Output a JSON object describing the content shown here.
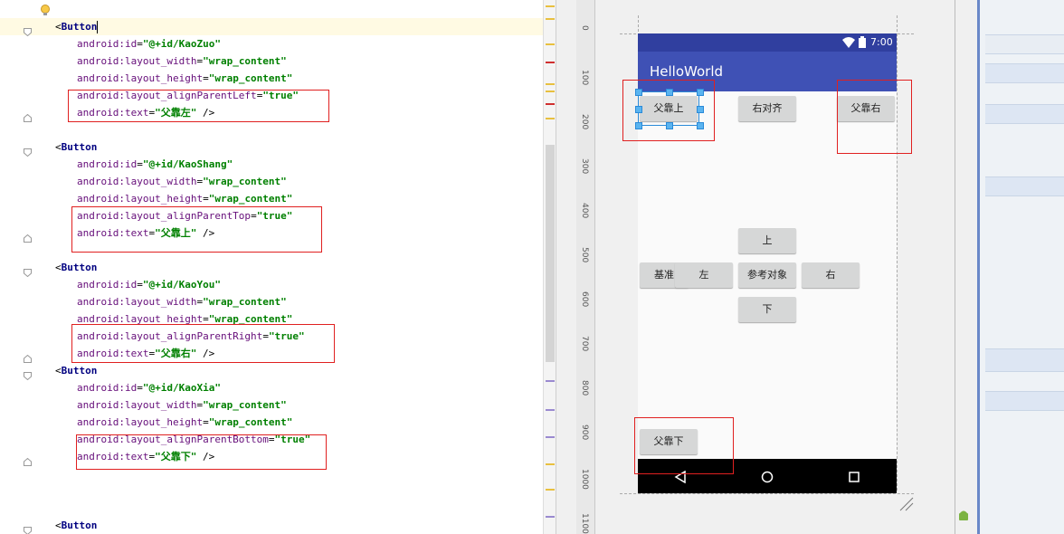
{
  "editor": {
    "lines": [
      {
        "kind": "tag",
        "indent": 0,
        "lt": "<",
        "tag": "Button",
        "tail": ""
      },
      {
        "kind": "attr",
        "attr": "android:id",
        "val": "\"@+id/KaoZuo\"",
        "tail": ""
      },
      {
        "kind": "attr",
        "attr": "android:layout_width",
        "val": "\"wrap_content\"",
        "tail": ""
      },
      {
        "kind": "attr",
        "attr": "android:layout_height",
        "val": "\"wrap_content\"",
        "tail": ""
      },
      {
        "kind": "attr",
        "attr": "android:layout_alignParentLeft",
        "val": "\"true\"",
        "tail": ""
      },
      {
        "kind": "attr",
        "attr": "android:text",
        "val": "\"父靠左\"",
        "tail": " />"
      },
      {
        "kind": "blank"
      },
      {
        "kind": "tag",
        "lt": "<",
        "tag": "Button",
        "tail": ""
      },
      {
        "kind": "attr",
        "attr": "android:id",
        "val": "\"@+id/KaoShang\"",
        "tail": ""
      },
      {
        "kind": "attr",
        "attr": "android:layout_width",
        "val": "\"wrap_content\"",
        "tail": ""
      },
      {
        "kind": "attr",
        "attr": "android:layout_height",
        "val": "\"wrap_content\"",
        "tail": ""
      },
      {
        "kind": "attr",
        "attr": "android:layout_alignParentTop",
        "val": "\"true\"",
        "tail": ""
      },
      {
        "kind": "attr",
        "attr": "android:text",
        "val": "\"父靠上\"",
        "tail": " />"
      },
      {
        "kind": "blank"
      },
      {
        "kind": "tag",
        "lt": "<",
        "tag": "Button",
        "tail": ""
      },
      {
        "kind": "attr",
        "attr": "android:id",
        "val": "\"@+id/KaoYou\"",
        "tail": ""
      },
      {
        "kind": "attr",
        "attr": "android:layout_width",
        "val": "\"wrap_content\"",
        "tail": ""
      },
      {
        "kind": "attr",
        "attr": "android:layout_height",
        "val": "\"wrap_content\"",
        "tail": ""
      },
      {
        "kind": "attr",
        "attr": "android:layout_alignParentRight",
        "val": "\"true\"",
        "tail": ""
      },
      {
        "kind": "attr",
        "attr": "android:text",
        "val": "\"父靠右\"",
        "tail": " />"
      },
      {
        "kind": "tag",
        "lt": "<",
        "tag": "Button",
        "tail": ""
      },
      {
        "kind": "attr",
        "attr": "android:id",
        "val": "\"@+id/KaoXia\"",
        "tail": ""
      },
      {
        "kind": "attr",
        "attr": "android:layout_width",
        "val": "\"wrap_content\"",
        "tail": ""
      },
      {
        "kind": "attr",
        "attr": "android:layout_height",
        "val": "\"wrap_content\"",
        "tail": ""
      },
      {
        "kind": "attr",
        "attr": "android:layout_alignParentBottom",
        "val": "\"true\"",
        "tail": ""
      },
      {
        "kind": "attr",
        "attr": "android:text",
        "val": "\"父靠下\"",
        "tail": " />"
      },
      {
        "kind": "blank"
      },
      {
        "kind": "blank"
      },
      {
        "kind": "blank"
      },
      {
        "kind": "tag",
        "lt": "<",
        "tag": "Button",
        "tail": ""
      }
    ]
  },
  "ruler": {
    "ticks": [
      "0",
      "100",
      "200",
      "300",
      "400",
      "500",
      "600",
      "700",
      "800",
      "900",
      "1000",
      "1100"
    ]
  },
  "device": {
    "status_time": "7:00",
    "app_title": "HelloWorld",
    "buttons": {
      "top_left": "父靠上",
      "top_center": "右对齐",
      "top_right": "父靠右",
      "up": "上",
      "baseline": "基准",
      "left": "左",
      "reference": "参考对象",
      "right": "右",
      "down": "下",
      "bottom_left": "父靠下"
    },
    "nav": {
      "back": "back-icon",
      "home": "home-icon",
      "recents": "recents-icon"
    }
  },
  "colors": {
    "status_bar": "#303f9f",
    "app_bar": "#3f51b5",
    "annotation_box": "#e02020",
    "xml_tag": "#000080",
    "xml_attr": "#660e7a",
    "xml_value": "#008000"
  }
}
